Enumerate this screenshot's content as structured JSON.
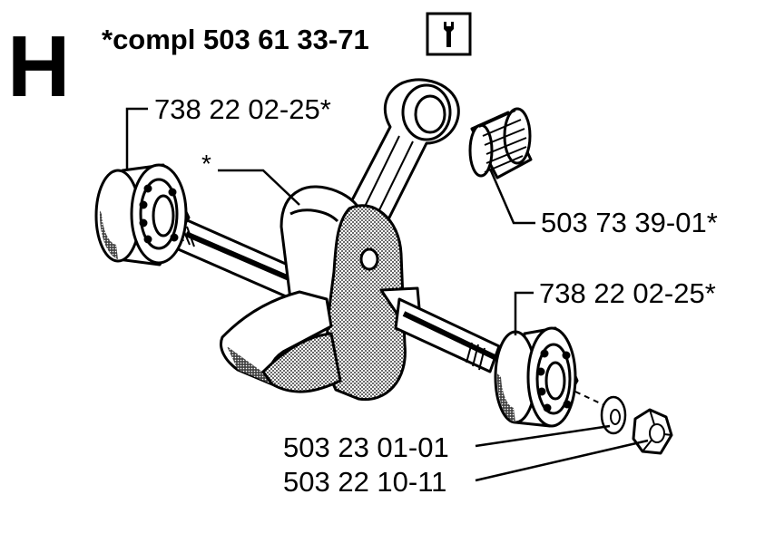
{
  "section_letter": "H",
  "header": {
    "assembly_label": "*compl 503 61 33-71",
    "tool_icon": "wrench-icon"
  },
  "callouts": {
    "bearing_left": "738 22 02-25*",
    "crank_marker": "*",
    "needle_bearing": "503 73 39-01*",
    "bearing_right": "738 22 02-25*",
    "washer": "503 23 01-01",
    "nut": "503 22 10-11"
  },
  "colors": {
    "ink": "#000000",
    "paper": "#ffffff",
    "shade": "#9a9a9a"
  }
}
